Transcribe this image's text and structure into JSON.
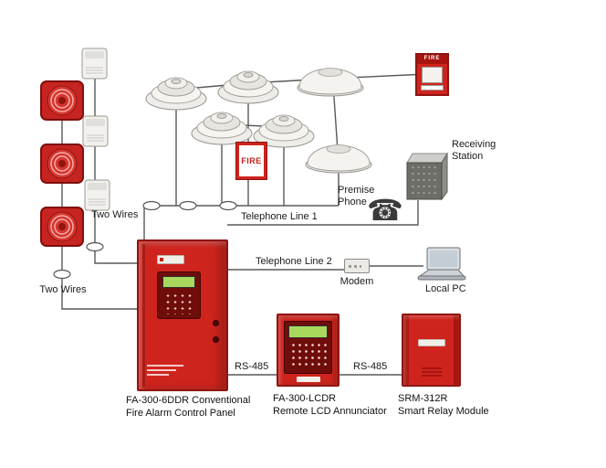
{
  "colors": {
    "device_red": "#cf241e",
    "device_red_dark": "#8e1410",
    "panel_face": "#6f0d0a",
    "lcd_green": "#a8d95e",
    "wire": "#555555",
    "label_text": "#1a1a1a"
  },
  "icons": {
    "phone_glyph": "☎"
  },
  "wire_labels": {
    "two_wires_detectors": "Two Wires",
    "two_wires_sounders": "Two Wires",
    "telephone_line_1": "Telephone Line 1",
    "telephone_line_2": "Telephone Line 2",
    "rs485_left": "RS-485",
    "rs485_right": "RS-485"
  },
  "node_labels": {
    "receiving_station_line1": "Receiving",
    "receiving_station_line2": "Station",
    "premise_phone_line1": "Premise",
    "premise_phone_line2": "Phone",
    "modem": "Modem",
    "local_pc": "Local PC"
  },
  "captions": {
    "control_panel_line1": "FA-300-6DDR Conventional",
    "control_panel_line2": "Fire Alarm Control Panel",
    "annunciator_line1": "FA-300-LCDR",
    "annunciator_line2": "Remote LCD Annunciator",
    "relay_module_line1": "SRM-312R",
    "relay_module_line2": "Smart Relay Module"
  },
  "signs": {
    "fire_sign_text": "FIRE",
    "pull_station_text": "FIRE"
  }
}
